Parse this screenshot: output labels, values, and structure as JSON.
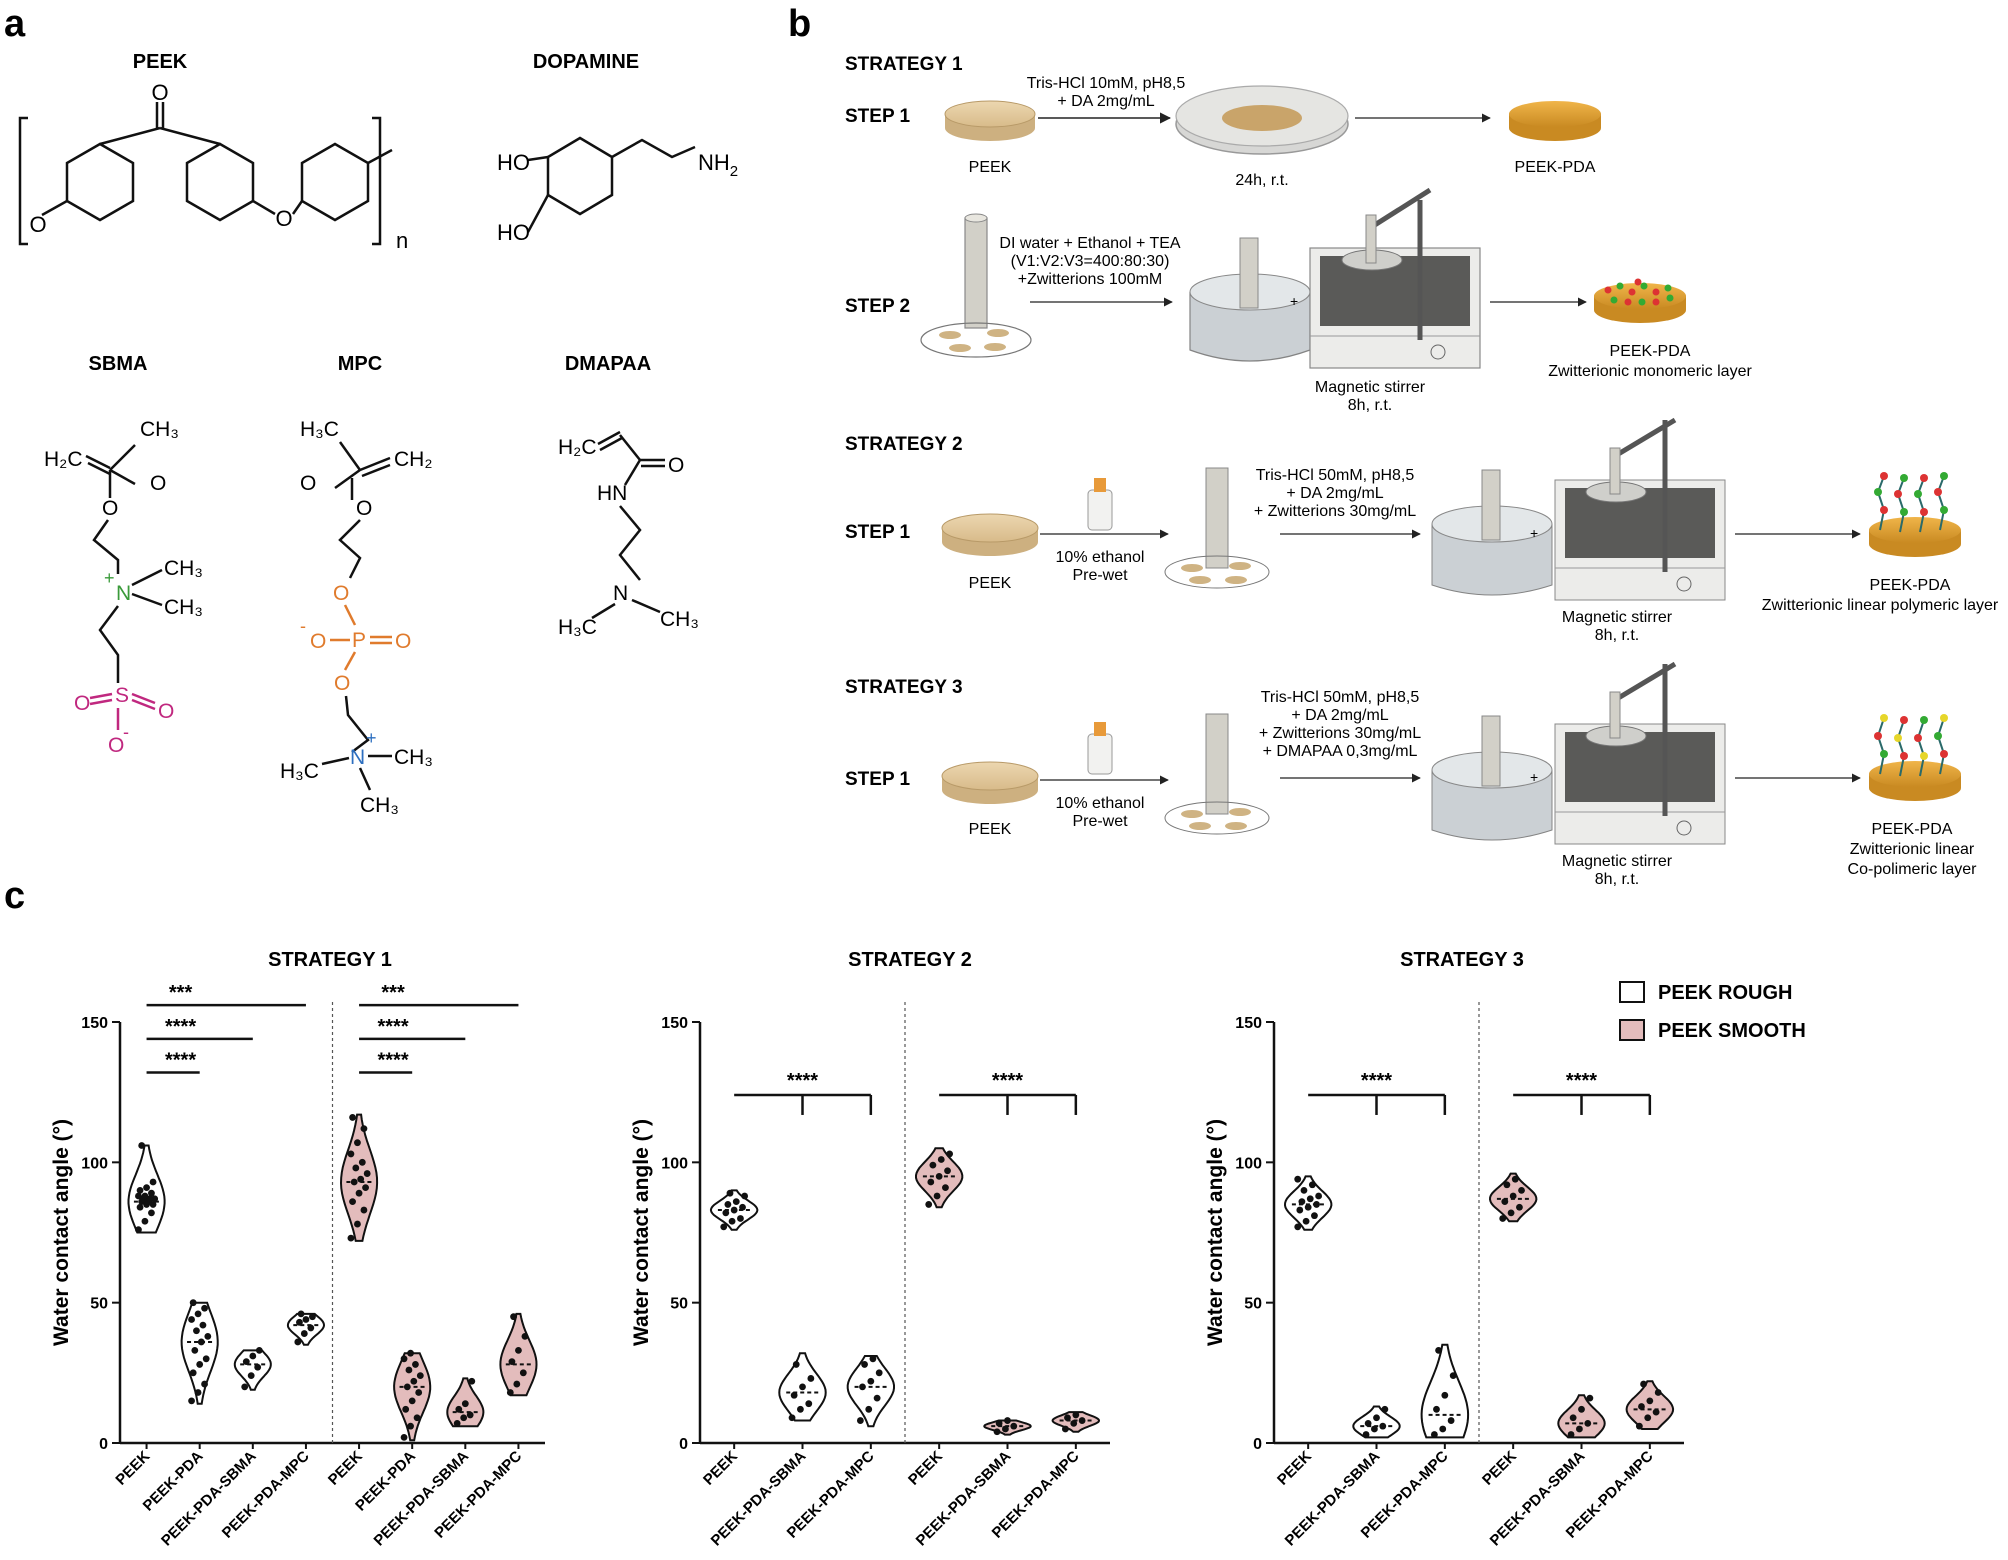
{
  "panel_labels": {
    "a": "a",
    "b": "b",
    "c": "c"
  },
  "panel_a": {
    "peek": {
      "name": "PEEK",
      "o": "O",
      "n": "n"
    },
    "dopamine": {
      "name": "DOPAMINE",
      "ho1": "HO",
      "ho2": "HO",
      "nh2": "NH",
      "nh2_sub": "2"
    },
    "sbma": {
      "name": "SBMA",
      "h2c": "H₂C",
      "ch3_top": "CH₃",
      "o1": "O",
      "o2": "O",
      "n": "N",
      "plus": "+",
      "ch3_a": "CH₃",
      "ch3_b": "CH₃",
      "s": "S",
      "so1": "O",
      "so2": "O",
      "so3": "O",
      "minus": "-"
    },
    "mpc": {
      "name": "MPC",
      "h3c": "H₃C",
      "ch2": "CH₂",
      "o1": "O",
      "o2": "O",
      "o3": "O",
      "p": "P",
      "po1": "O",
      "po2": "O",
      "minus": "-",
      "n": "N",
      "plus": "+",
      "ch3_a": "H₃C",
      "ch3_b": "CH₃",
      "ch3_c": "CH₃"
    },
    "dmapaa": {
      "name": "DMAPAA",
      "h2c": "H₂C",
      "o": "O",
      "hn": "HN",
      "n": "N",
      "ch3_a": "H₃C",
      "ch3_b": "CH₃"
    }
  },
  "panel_b": {
    "strategy1": {
      "title": "STRATEGY 1",
      "step1": {
        "label": "STEP 1",
        "cond1": "Tris-HCl 10mM, pH8,5",
        "cond2": "+ DA 2mg/mL",
        "peek": "PEEK",
        "time": "24h, r.t.",
        "result": "PEEK-PDA"
      },
      "step2": {
        "label": "STEP 2",
        "cond1": "DI water + Ethanol + TEA",
        "cond2": "(V1:V2:V3=400:80:30)",
        "cond3": "+Zwitterions 100mM",
        "plus": "+",
        "stirrer": "Magnetic stirrer",
        "time": "8h, r.t.",
        "result1": "PEEK-PDA",
        "result2": "Zwitterionic monomeric layer"
      }
    },
    "strategy2": {
      "title": "STRATEGY 2",
      "step": "STEP 1",
      "peek": "PEEK",
      "prewet1": "10% ethanol",
      "prewet2": "Pre-wet",
      "cond1": "Tris-HCl 50mM, pH8,5",
      "cond2": "+ DA 2mg/mL",
      "cond3": "+ Zwitterions 30mg/mL",
      "plus": "+",
      "stirrer": "Magnetic stirrer",
      "time": "8h, r.t.",
      "result1": "PEEK-PDA",
      "result2": "Zwitterionic linear polymeric layer"
    },
    "strategy3": {
      "title": "STRATEGY 3",
      "step": "STEP 1",
      "peek": "PEEK",
      "prewet1": "10% ethanol",
      "prewet2": "Pre-wet",
      "cond1": "Tris-HCl 50mM, pH8,5",
      "cond2": "+ DA 2mg/mL",
      "cond3": "+ Zwitterions 30mg/mL",
      "cond4": "+ DMAPAA 0,3mg/mL",
      "plus": "+",
      "stirrer": "Magnetic stirrer",
      "time": "8h, r.t.",
      "result1": "PEEK-PDA",
      "result2": "Zwitterionic linear",
      "result3": "Co-polimeric layer"
    }
  },
  "legend": {
    "rough": "PEEK ROUGH",
    "smooth": "PEEK SMOOTH"
  },
  "colors": {
    "rough_fill": "#ffffff",
    "smooth_fill": "#e3bcbc",
    "disc": "#e6cfa6",
    "pda": "#e9a93a"
  },
  "chart_data": [
    {
      "type": "violin",
      "title": "STRATEGY 1",
      "ylabel": "Water contact angle (°)",
      "ylim": [
        0,
        150
      ],
      "yticks": [
        0,
        50,
        100,
        150
      ],
      "categories": [
        "PEEK",
        "PEEK-PDA",
        "PEEK-PDA-SBMA",
        "PEEK-PDA-MPC",
        "PEEK",
        "PEEK-PDA",
        "PEEK-PDA-SBMA",
        "PEEK-PDA-MPC"
      ],
      "groups": [
        "rough",
        "rough",
        "rough",
        "rough",
        "smooth",
        "smooth",
        "smooth",
        "smooth"
      ],
      "ranges": [
        [
          75,
          106
        ],
        [
          14,
          50
        ],
        [
          19,
          33
        ],
        [
          35,
          46
        ],
        [
          72,
          117
        ],
        [
          1,
          32
        ],
        [
          6,
          23
        ],
        [
          17,
          46
        ]
      ],
      "medians": [
        86,
        36,
        28,
        42,
        93,
        20,
        11,
        28
      ],
      "points": [
        [
          76,
          79,
          82,
          84,
          85,
          85,
          86,
          86,
          87,
          87,
          87,
          88,
          88,
          89,
          90,
          91,
          93,
          106
        ],
        [
          15,
          18,
          21,
          25,
          28,
          30,
          33,
          36,
          38,
          40,
          42,
          44,
          46,
          48,
          50
        ],
        [
          20,
          24,
          27,
          29,
          31,
          33
        ],
        [
          36,
          39,
          41,
          43,
          44,
          45,
          46
        ],
        [
          73,
          78,
          83,
          86,
          89,
          91,
          93,
          94,
          96,
          98,
          100,
          103,
          107,
          112,
          116
        ],
        [
          2,
          6,
          9,
          12,
          15,
          18,
          20,
          22,
          24,
          26,
          28,
          30,
          32
        ],
        [
          7,
          9,
          10,
          12,
          14,
          22
        ],
        [
          18,
          21,
          25,
          29,
          33,
          38,
          45
        ]
      ],
      "significance": [
        {
          "from": 0,
          "to": 1,
          "level": 1,
          "label": "****"
        },
        {
          "from": 0,
          "to": 2,
          "level": 2,
          "label": "****"
        },
        {
          "from": 0,
          "to": 3,
          "level": 3,
          "label": "***"
        },
        {
          "from": 4,
          "to": 5,
          "level": 1,
          "label": "****"
        },
        {
          "from": 4,
          "to": 6,
          "level": 2,
          "label": "****"
        },
        {
          "from": 4,
          "to": 7,
          "level": 3,
          "label": "***"
        }
      ]
    },
    {
      "type": "violin",
      "title": "STRATEGY 2",
      "ylabel": "Water contact angle (°)",
      "ylim": [
        0,
        150
      ],
      "yticks": [
        0,
        50,
        100,
        150
      ],
      "categories": [
        "PEEK",
        "PEEK-PDA-SBMA",
        "PEEK-PDA-MPC",
        "PEEK",
        "PEEK-PDA-SBMA",
        "PEEK-PDA-MPC"
      ],
      "groups": [
        "rough",
        "rough",
        "rough",
        "smooth",
        "smooth",
        "smooth"
      ],
      "ranges": [
        [
          76,
          90
        ],
        [
          8,
          32
        ],
        [
          6,
          31
        ],
        [
          84,
          105
        ],
        [
          3,
          8
        ],
        [
          4,
          11
        ]
      ],
      "medians": [
        83,
        18,
        20,
        95,
        6,
        8
      ],
      "points": [
        [
          77,
          79,
          80,
          82,
          83,
          84,
          85,
          86,
          88,
          89
        ],
        [
          9,
          12,
          14,
          17,
          20,
          23,
          28
        ],
        [
          8,
          12,
          16,
          20,
          22,
          25,
          28,
          30
        ],
        [
          85,
          88,
          91,
          93,
          95,
          97,
          99,
          101,
          103
        ],
        [
          4,
          5,
          6,
          7,
          8
        ],
        [
          5,
          7,
          8,
          9,
          10
        ]
      ],
      "significance": [
        {
          "from": 0,
          "to": [
            1,
            2
          ],
          "level": 1,
          "label": "****"
        },
        {
          "from": 3,
          "to": [
            4,
            5
          ],
          "level": 1,
          "label": "****"
        }
      ]
    },
    {
      "type": "violin",
      "title": "STRATEGY 3",
      "ylabel": "Water contact angle (°)",
      "ylim": [
        0,
        150
      ],
      "yticks": [
        0,
        50,
        100,
        150
      ],
      "categories": [
        "PEEK",
        "PEEK-PDA-SBMA",
        "PEEK-PDA-MPC",
        "PEEK",
        "PEEK-PDA-SBMA",
        "PEEK-PDA-MPC"
      ],
      "groups": [
        "rough",
        "rough",
        "rough",
        "smooth",
        "smooth",
        "smooth"
      ],
      "ranges": [
        [
          76,
          95
        ],
        [
          2,
          13
        ],
        [
          2,
          35
        ],
        [
          79,
          96
        ],
        [
          2,
          17
        ],
        [
          5,
          22
        ]
      ],
      "medians": [
        85,
        6,
        10,
        87,
        7,
        12
      ],
      "points": [
        [
          77,
          79,
          81,
          83,
          84,
          85,
          86,
          87,
          88,
          90,
          92,
          94
        ],
        [
          3,
          5,
          6,
          7,
          9,
          12
        ],
        [
          3,
          5,
          8,
          12,
          17,
          24,
          33
        ],
        [
          80,
          82,
          84,
          86,
          88,
          90,
          92,
          94
        ],
        [
          3,
          5,
          7,
          9,
          12,
          16
        ],
        [
          6,
          9,
          11,
          13,
          15,
          18,
          21
        ]
      ],
      "significance": [
        {
          "from": 0,
          "to": [
            1,
            2
          ],
          "level": 1,
          "label": "****"
        },
        {
          "from": 3,
          "to": [
            4,
            5
          ],
          "level": 1,
          "label": "****"
        }
      ]
    }
  ]
}
